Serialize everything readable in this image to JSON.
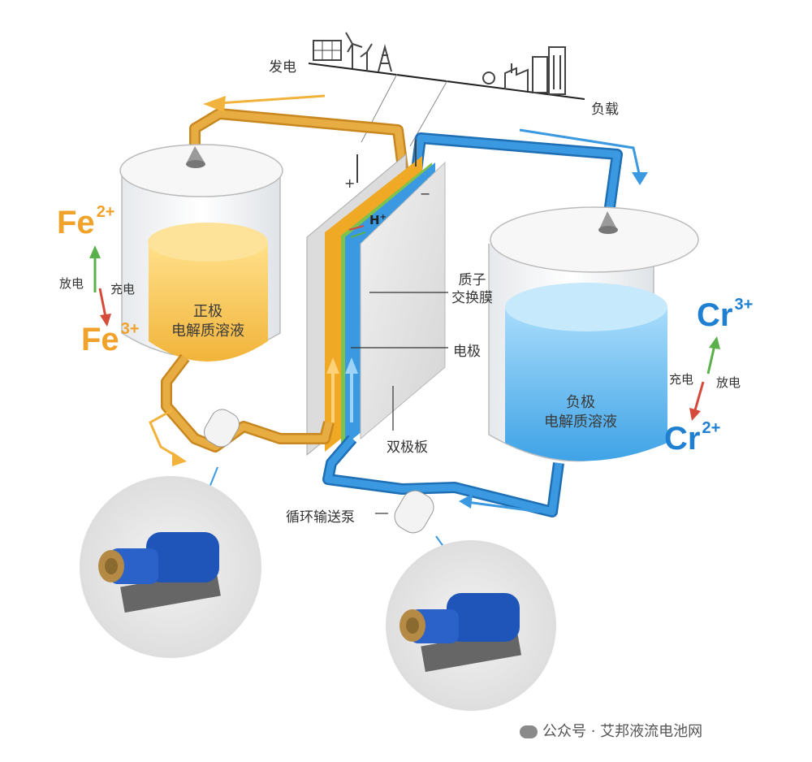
{
  "labels": {
    "power_gen": "发电",
    "load": "负载",
    "plus": "+",
    "minus": "−",
    "proton": "H",
    "proton_sup": "+",
    "membrane_line1": "质子",
    "membrane_line2": "交换膜",
    "electrode": "电极",
    "bipolar_plate": "双极板",
    "pump": "循环输送泵"
  },
  "left_tank": {
    "line1": "正极",
    "line2": "电解质溶液",
    "ion_top_symbol": "Fe",
    "ion_top_charge": "2+",
    "ion_bottom_symbol": "Fe",
    "ion_bottom_charge": "3+",
    "arrow_up_label": "放电",
    "arrow_down_label": "充电"
  },
  "right_tank": {
    "line1": "负极",
    "line2": "电解质溶液",
    "ion_top_symbol": "Cr",
    "ion_top_charge": "3+",
    "ion_bottom_symbol": "Cr",
    "ion_bottom_charge": "2+",
    "arrow_down_label": "充电",
    "arrow_up_label": "放电"
  },
  "watermark": "公众号 · 艾邦液流电池网",
  "colors": {
    "positive_electrolyte": "#f5c24a",
    "negative_electrolyte": "#4aa9e8",
    "positive_pipe": "#e3a43a",
    "negative_pipe": "#2f8fd8",
    "membrane": "#7cc24d",
    "ion_fe": "#f0a22b",
    "ion_cr": "#1f7fd1",
    "arrow_up": "#5ab04a",
    "arrow_down": "#d64a3a"
  },
  "icons": [
    "solar-panel-icon",
    "wind-turbine-icon",
    "power-tower-icon",
    "factory-icon",
    "city-buildings-icon",
    "pump-motor-icon"
  ]
}
